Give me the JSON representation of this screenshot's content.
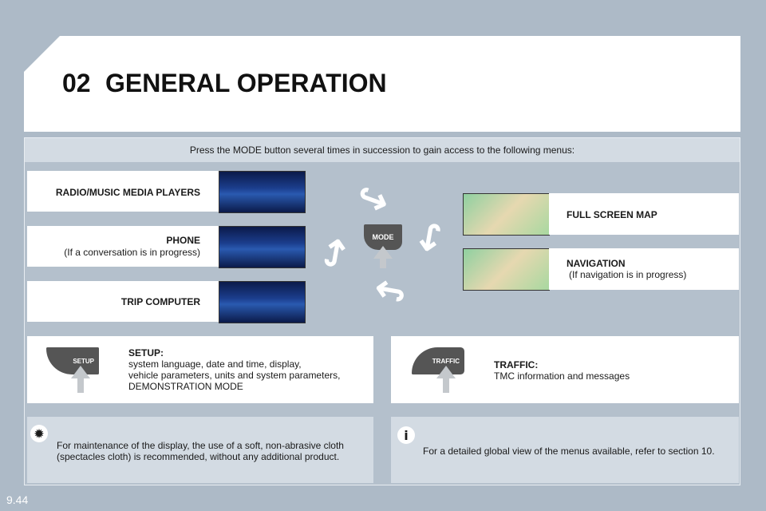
{
  "header": {
    "chapter": "02",
    "title": "GENERAL OPERATION"
  },
  "intro": "Press the MODE button several times in succession to gain access to the following menus:",
  "left_menus": [
    {
      "label": "RADIO/MUSIC MEDIA PLAYERS",
      "sub": ""
    },
    {
      "label": "PHONE",
      "sub": "(If a conversation is in progress)"
    },
    {
      "label": "TRIP COMPUTER",
      "sub": ""
    }
  ],
  "right_menus": [
    {
      "label": "FULL SCREEN MAP",
      "sub": ""
    },
    {
      "label": "NAVIGATION",
      "sub": "(If navigation is in progress)"
    }
  ],
  "mode_button": "MODE",
  "setup": {
    "button": "SETUP",
    "title": "SETUP:",
    "lines": [
      "system language, date and time, display,",
      "vehicle parameters, units and system parameters,",
      "DEMONSTRATION MODE"
    ]
  },
  "traffic": {
    "button": "TRAFFIC",
    "title": "TRAFFIC:",
    "text": "TMC information and messages"
  },
  "notes": {
    "maintenance": [
      "For maintenance of the display, the use of a soft, non-abrasive cloth",
      "(spectacles cloth) is recommended, without any additional product."
    ],
    "info": "For a detailed global view of the menus available, refer to section 10.",
    "info_icon": "i"
  },
  "page_number": "9.44"
}
